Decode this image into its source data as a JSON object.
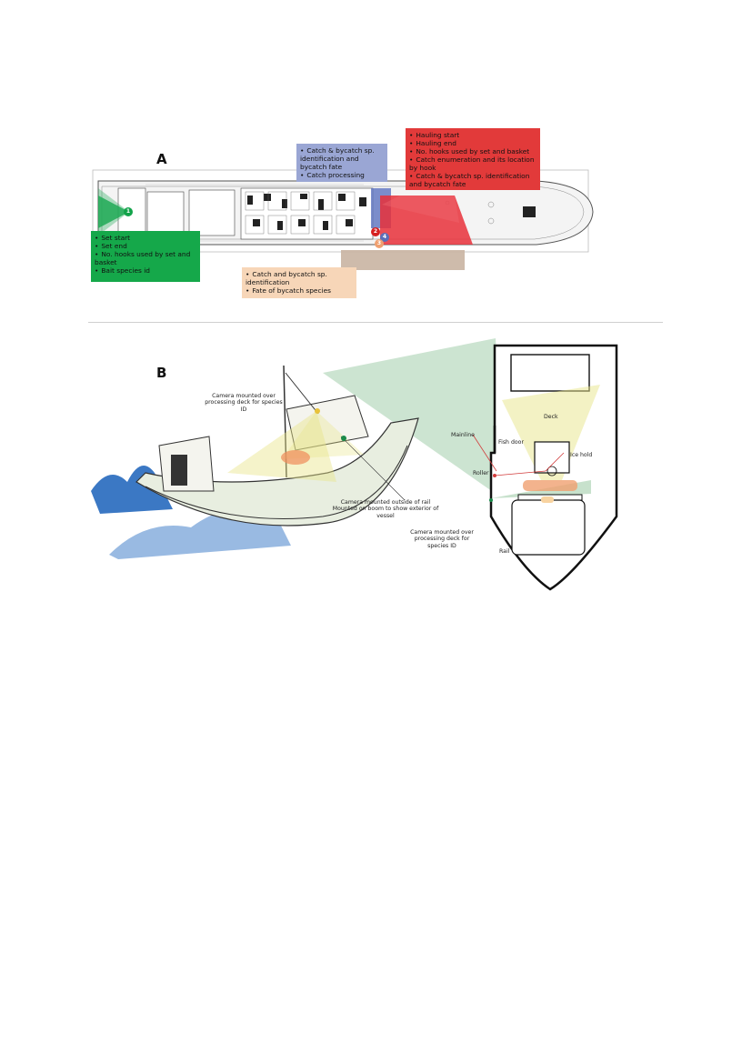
{
  "panel_a": {
    "letter": "A",
    "green_box": {
      "items": [
        "Set start",
        "Set end",
        "No. hooks used by set and basket",
        "Bait species id"
      ],
      "color": "#15a84a"
    },
    "blue_box": {
      "items": [
        "Catch & bycatch sp. identification and bycatch fate",
        "Catch processing"
      ],
      "color": "#9aa6d4"
    },
    "red_box": {
      "items": [
        "Hauling start",
        "Hauling end",
        "No. hooks used by set and basket",
        "Catch enumeration and its location by hook",
        "Catch & bycatch sp. identification and bycatch fate"
      ],
      "color": "#e23a3a"
    },
    "peach_box": {
      "items": [
        "Catch and bycatch sp. identification",
        "Fate of bycatch species"
      ],
      "color": "#f7d6b8"
    },
    "markers": [
      {
        "label": "1",
        "color": "#12a34a"
      },
      {
        "label": "2",
        "color": "#d62020"
      },
      {
        "label": "3",
        "color": "#f0a070"
      },
      {
        "label": "4",
        "color": "#5a6fb8"
      }
    ]
  },
  "panel_b": {
    "letter": "B",
    "labels": {
      "cam_over_deck_left": "Camera mounted over processing deck for species ID",
      "cam_outside_rail": "Camera mounted outside of rail Mounted on boom to show exterior of vessel",
      "cam_over_deck_right": "Camera mounted over processing deck for species ID",
      "deck": "Deck",
      "mainline": "Mainline",
      "fish_door": "Fish door",
      "ice_hold": "Ice hold",
      "roller": "Roller",
      "rail": "Rail"
    }
  }
}
